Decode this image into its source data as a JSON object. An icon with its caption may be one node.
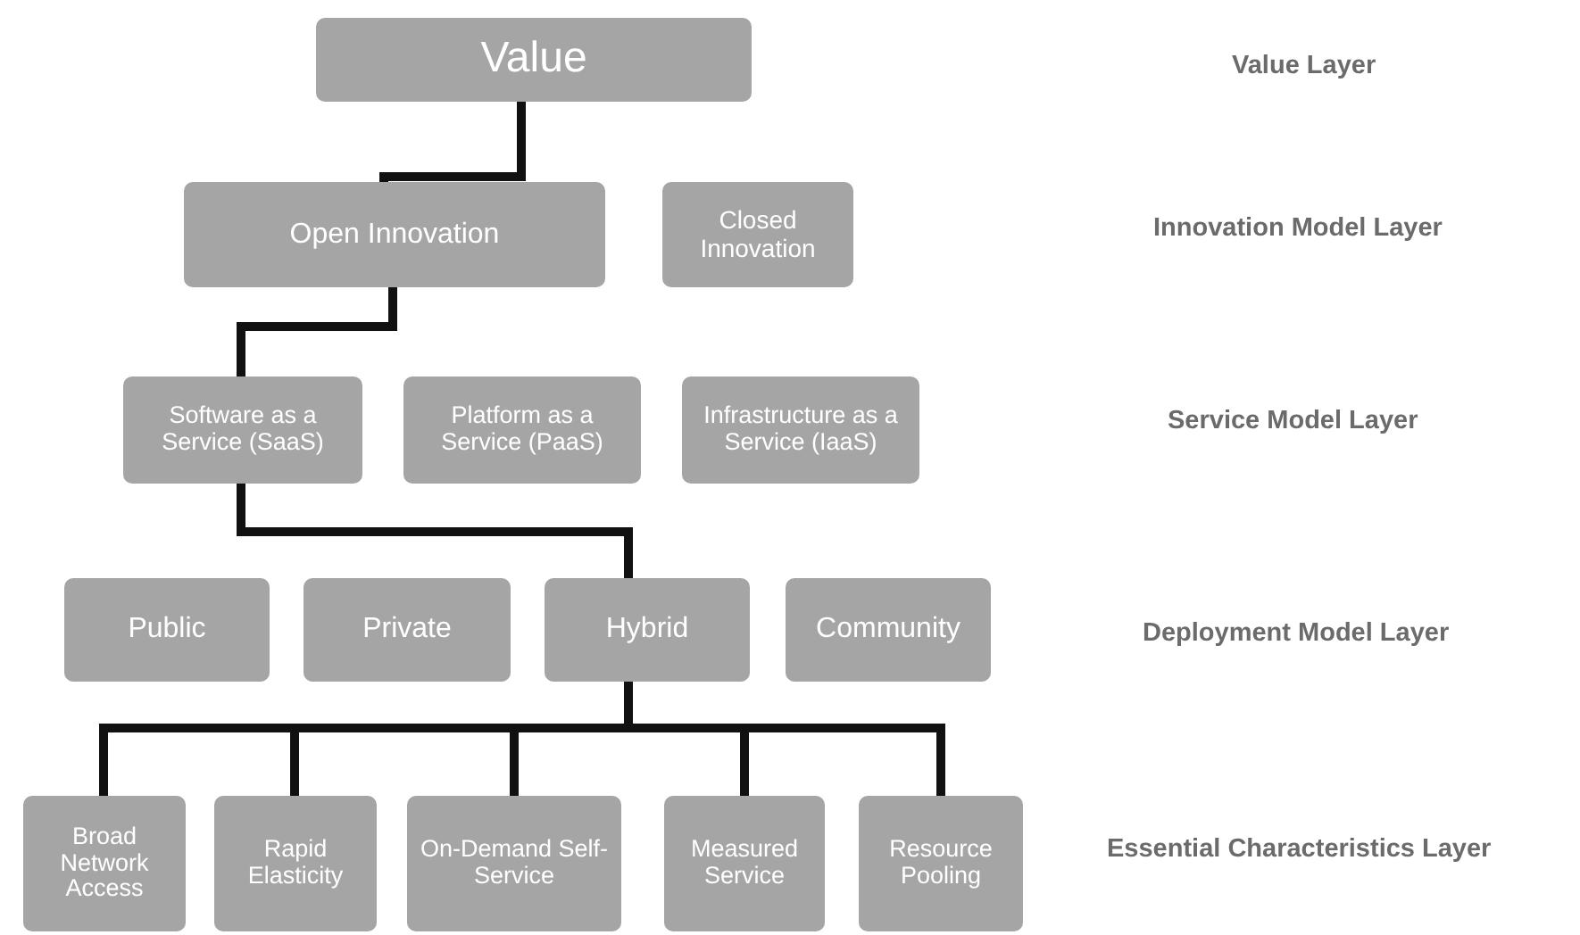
{
  "diagram": {
    "nodes": [
      {
        "text": [
          "Value"
        ]
      },
      {
        "text": [
          "Open Innovation"
        ]
      },
      {
        "text": [
          "Closed Innovation"
        ]
      },
      {
        "text": [
          "Software as a Service (SaaS)"
        ]
      },
      {
        "text": [
          "Platform as a Service (PaaS)"
        ]
      },
      {
        "text": [
          "Infrastructure as a Service (IaaS)"
        ]
      },
      {
        "text": [
          "Public"
        ]
      },
      {
        "text": [
          "Private"
        ]
      },
      {
        "text": [
          "Hybrid"
        ]
      },
      {
        "text": [
          "Community"
        ]
      },
      {
        "text": [
          "Broad Network Access"
        ]
      },
      {
        "text": [
          "Rapid Elasticity"
        ]
      },
      {
        "text": [
          "On-Demand Self-Service"
        ]
      },
      {
        "text": [
          "Measured Service"
        ]
      },
      {
        "text": [
          "Resource Pooling"
        ]
      }
    ],
    "edges": [
      {
        "from": 0,
        "to": 1,
        "arrow": "none"
      },
      {
        "from": 1,
        "to": 3,
        "arrow": "none"
      },
      {
        "from": 3,
        "to": 8,
        "arrow": "none"
      },
      {
        "from": 8,
        "to": 10,
        "arrow": "none"
      },
      {
        "from": 8,
        "to": 11,
        "arrow": "none"
      },
      {
        "from": 8,
        "to": 12,
        "arrow": "none"
      },
      {
        "from": 8,
        "to": 13,
        "arrow": "none"
      },
      {
        "from": 8,
        "to": 14,
        "arrow": "none"
      }
    ],
    "labels": [
      "Value Layer",
      "Innovation Model Layer",
      "Service Model Layer",
      "Deployment Model Layer",
      "Essential Characteristics Layer"
    ]
  }
}
